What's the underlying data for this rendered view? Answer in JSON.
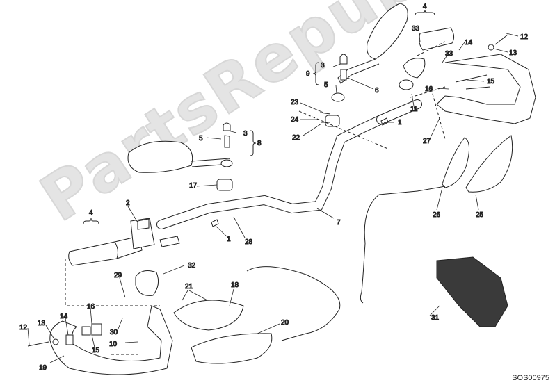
{
  "watermark": "PartsRepublik",
  "diagram_code": "SOS00975",
  "callouts": [
    {
      "id": "c1",
      "text": "1"
    },
    {
      "id": "c1b",
      "text": "1"
    },
    {
      "id": "c2",
      "text": "2"
    },
    {
      "id": "c3",
      "text": "3"
    },
    {
      "id": "c3b",
      "text": "3"
    },
    {
      "id": "c4",
      "text": "4"
    },
    {
      "id": "c4b",
      "text": "4"
    },
    {
      "id": "c5",
      "text": "5"
    },
    {
      "id": "c5b",
      "text": "5"
    },
    {
      "id": "c6",
      "text": "6"
    },
    {
      "id": "c7",
      "text": "7"
    },
    {
      "id": "c8",
      "text": "8"
    },
    {
      "id": "c9",
      "text": "9"
    },
    {
      "id": "c10",
      "text": "10"
    },
    {
      "id": "c11",
      "text": "11"
    },
    {
      "id": "c12",
      "text": "12"
    },
    {
      "id": "c12b",
      "text": "12"
    },
    {
      "id": "c13",
      "text": "13"
    },
    {
      "id": "c13b",
      "text": "13"
    },
    {
      "id": "c14",
      "text": "14"
    },
    {
      "id": "c14b",
      "text": "14"
    },
    {
      "id": "c15",
      "text": "15"
    },
    {
      "id": "c15b",
      "text": "15"
    },
    {
      "id": "c16",
      "text": "16"
    },
    {
      "id": "c16b",
      "text": "16"
    },
    {
      "id": "c17",
      "text": "17"
    },
    {
      "id": "c18",
      "text": "18"
    },
    {
      "id": "c19",
      "text": "19"
    },
    {
      "id": "c20",
      "text": "20"
    },
    {
      "id": "c21",
      "text": "21"
    },
    {
      "id": "c22",
      "text": "22"
    },
    {
      "id": "c23",
      "text": "23"
    },
    {
      "id": "c24",
      "text": "24"
    },
    {
      "id": "c25",
      "text": "25"
    },
    {
      "id": "c26",
      "text": "26"
    },
    {
      "id": "c27",
      "text": "27"
    },
    {
      "id": "c28",
      "text": "28"
    },
    {
      "id": "c29",
      "text": "29"
    },
    {
      "id": "c30",
      "text": "30"
    },
    {
      "id": "c31",
      "text": "31"
    },
    {
      "id": "c32",
      "text": "32"
    },
    {
      "id": "c33",
      "text": "33"
    },
    {
      "id": "c33b",
      "text": "33"
    }
  ]
}
